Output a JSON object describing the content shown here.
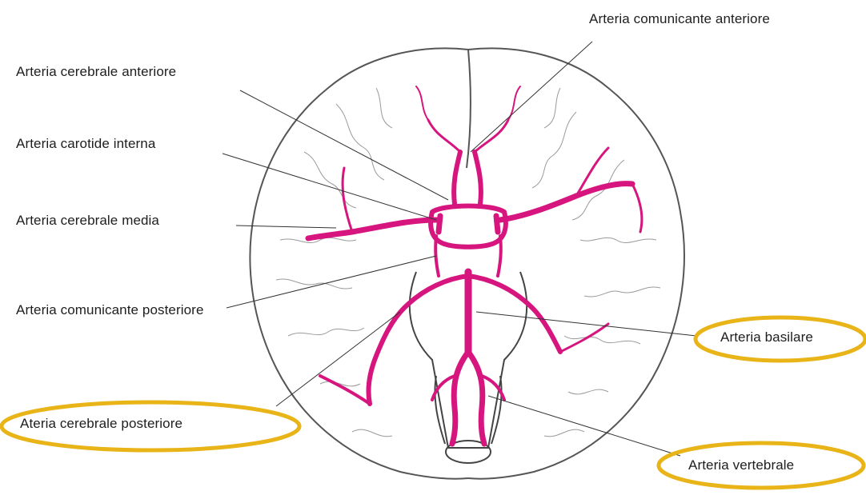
{
  "labels": {
    "comunicante_anteriore": "Arteria comunicante anteriore",
    "cerebrale_anteriore": "Arteria cerebrale anteriore",
    "carotide_interna": "Arteria carotide interna",
    "cerebrale_media": "Arteria cerebrale media",
    "comunicante_posteriore": "Arteria comunicante posteriore",
    "basilare": "Arteria basilare",
    "cerebrale_posteriore": "Ateria cerebrale posteriore",
    "vertebrale": "Arteria vertebrale"
  },
  "colors": {
    "artery": "#d6157f",
    "outline": "#555555",
    "highlight": "#e8b418",
    "text": "#1e1e1e"
  },
  "highlighted": [
    "basilare",
    "cerebrale_posteriore",
    "vertebrale"
  ]
}
